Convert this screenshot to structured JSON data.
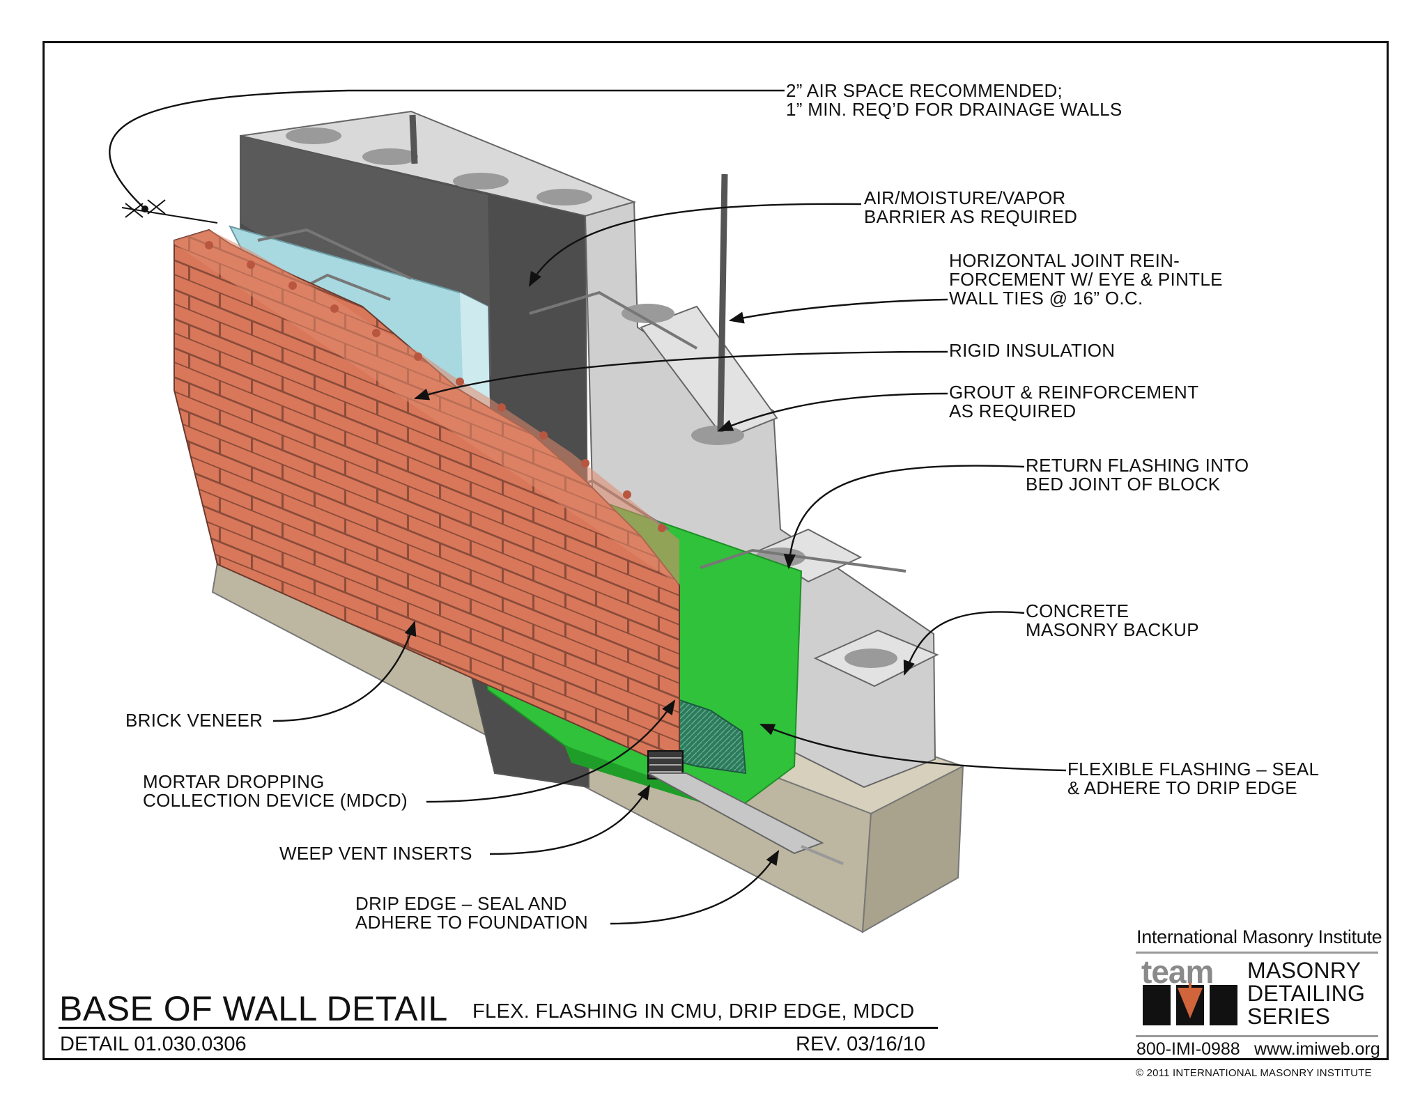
{
  "labels": {
    "air_space": [
      "2” AIR SPACE RECOMMENDED;",
      "1” MIN. REQ’D FOR DRAINAGE WALLS"
    ],
    "barrier": [
      "AIR/MOISTURE/VAPOR",
      "BARRIER AS REQUIRED"
    ],
    "joint_reinf": [
      "HORIZONTAL JOINT REIN-",
      "FORCEMENT W/ EYE & PINTLE",
      "WALL TIES @ 16” O.C."
    ],
    "rigid_insulation": [
      "RIGID INSULATION"
    ],
    "grout": [
      "GROUT & REINFORCEMENT",
      "AS REQUIRED"
    ],
    "return_flashing": [
      "RETURN FLASHING INTO",
      "BED JOINT OF BLOCK"
    ],
    "concrete_backup": [
      "CONCRETE",
      "MASONRY BACKUP"
    ],
    "brick_veneer": [
      "BRICK VENEER"
    ],
    "mdcd": [
      "MORTAR DROPPING",
      "COLLECTION DEVICE (MDCD)"
    ],
    "flexible_flashing": [
      "FLEXIBLE FLASHING – SEAL",
      "& ADHERE TO DRIP EDGE"
    ],
    "weep_vent": [
      "WEEP VENT INSERTS"
    ],
    "drip_edge": [
      "DRIP EDGE – SEAL AND",
      "ADHERE TO FOUNDATION"
    ]
  },
  "title_block": {
    "title": "BASE OF WALL DETAIL",
    "subtitle": "FLEX. FLASHING IN CMU, DRIP EDGE, MDCD",
    "detail_number": "DETAIL 01.030.0306",
    "revision": "REV. 03/16/10"
  },
  "logo": {
    "institute": "International Masonry Institute",
    "team": "team",
    "series": [
      "MASONRY",
      "DETAILING",
      "SERIES"
    ],
    "phone": "800-IMI-0988",
    "website": "www.imiweb.org",
    "icon": "imi-trowel-logo-icon"
  },
  "copyright": "© 2011 INTERNATIONAL MASONRY INSTITUTE",
  "colors": {
    "brick": "#d9775a",
    "insulation": "#a8d8e0",
    "flashing": "#2fc23a",
    "mdcd": "#2d7a5c",
    "cmu": "#c9c9c9",
    "foundation": "#cfc9b4"
  }
}
